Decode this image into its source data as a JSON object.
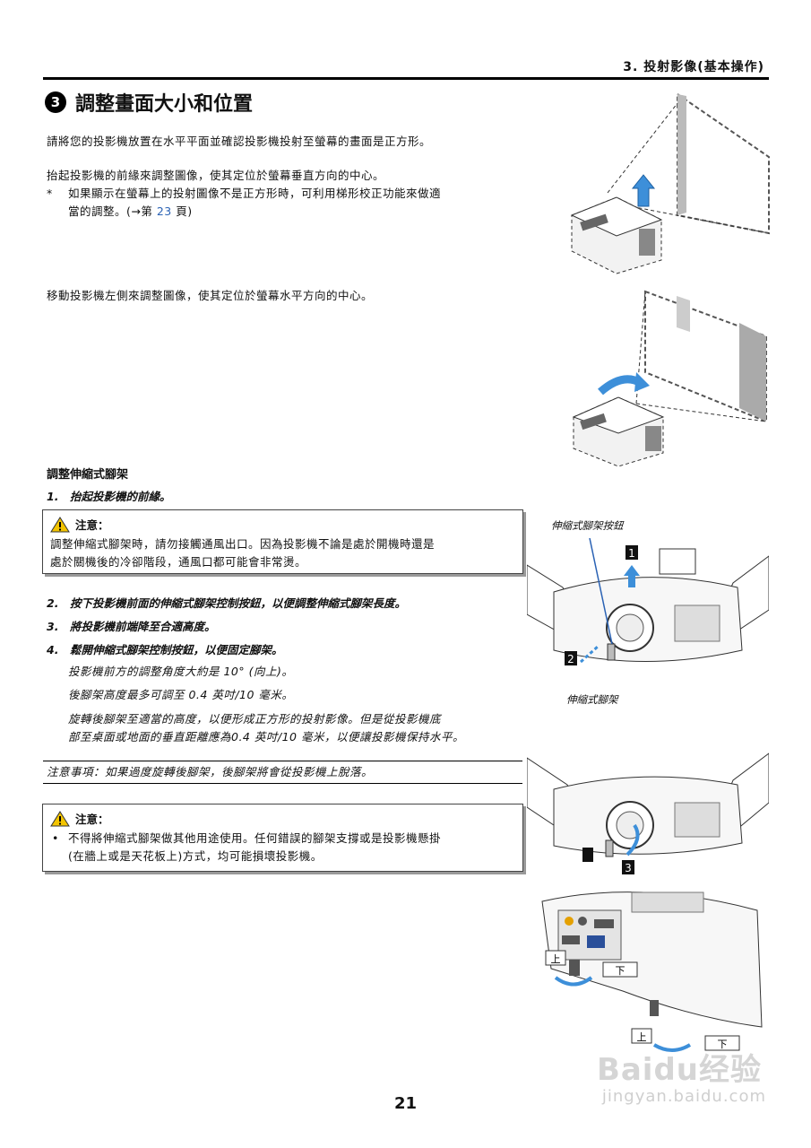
{
  "header": {
    "chapter": "3. 投射影像(基本操作)"
  },
  "section": {
    "number": "❸",
    "number_glyph": "3",
    "title": "調整畫面大小和位置"
  },
  "intro": {
    "p1": "請將您的投影機放置在水平平面並確認投影機投射至螢幕的畫面是正方形。",
    "p2": "抬起投影機的前緣來調整圖像，使其定位於螢幕垂直方向的中心。",
    "bullet_mark": "*",
    "bullet_line1": "如果顯示在螢幕上的投射圖像不是正方形時，可利用梯形校正功能來做適",
    "bullet_line2_pre": "當的調整。(→第 ",
    "bullet_page": "23",
    "bullet_line2_post": " 頁)",
    "p3": "移動投影機左側來調整圖像，使其定位於螢幕水平方向的中心。"
  },
  "feet": {
    "heading": "調整伸縮式腳架",
    "step1": "1.　抬起投影機的前緣。",
    "caution1": {
      "title": "注意：",
      "line1": "調整伸縮式腳架時，請勿接觸通風出口。因為投影機不論是處於開機時還是",
      "line2": "處於關機後的冷卻階段，通風口都可能會非常燙。"
    },
    "step2": "2.　按下投影機前面的伸縮式腳架控制按鈕，以便調整伸縮式腳架長度。",
    "step3": "3.　將投影機前端降至合適高度。",
    "step4": "4.　鬆開伸縮式腳架控制按鈕，以便固定腳架。",
    "detail1": "投影機前方的調整角度大約是 10° (向上)。",
    "detail2": "後腳架高度最多可調至 0.4 英吋/10 毫米。",
    "detail3_line1": "旋轉後腳架至適當的高度，以便形成正方形的投射影像。但是從投影機底",
    "detail3_line2": "部至桌面或地面的垂直距離應為0.4 英吋/10 毫米，以便讓投影機保持水平。",
    "note": "注意事項：如果過度旋轉後腳架，後腳架將會從投影機上脫落。",
    "caution2": {
      "title": "注意：",
      "bullet": "•",
      "line1": "不得將伸縮式腳架做其他用途使用。任何錯誤的腳架支撐或是投影機懸掛",
      "line2": "(在牆上或是天花板上)方式，均可能損壞投影機。"
    }
  },
  "figure_labels": {
    "foot_button": "伸縮式腳架按鈕",
    "foot": "伸縮式腳架",
    "step_badge_1": "1",
    "step_badge_2": "2",
    "step_badge_3": "3",
    "up1": "上",
    "down1": "下",
    "up2": "上",
    "down2": "下"
  },
  "footer": {
    "page_number": "21"
  },
  "watermark": {
    "brand": "Baidu经验",
    "url": "jingyan.baidu.com"
  },
  "colors": {
    "accent_blue": "#2a62b4",
    "arrow_blue": "#3d8fd9",
    "warn_yellow": "#f3c400"
  }
}
